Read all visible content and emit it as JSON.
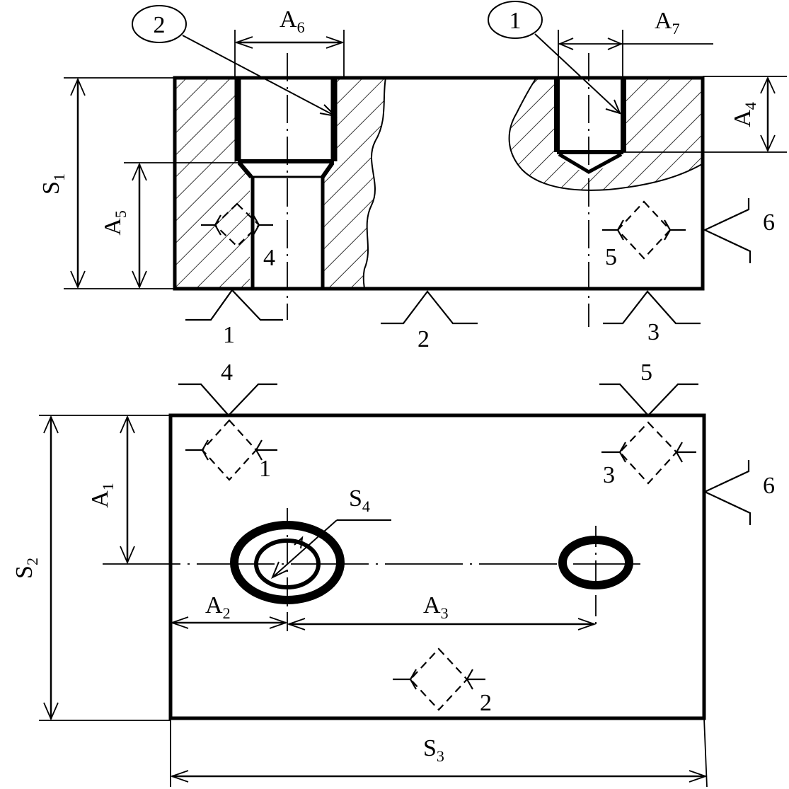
{
  "callouts": {
    "c1": "1",
    "c2": "2"
  },
  "dims": {
    "S1": {
      "main": "S",
      "sub": "1"
    },
    "S2": {
      "main": "S",
      "sub": "2"
    },
    "S3": {
      "main": "S",
      "sub": "3"
    },
    "S4": {
      "main": "S",
      "sub": "4"
    },
    "A1": {
      "main": "A",
      "sub": "1"
    },
    "A2": {
      "main": "A",
      "sub": "2"
    },
    "A3": {
      "main": "A",
      "sub": "3"
    },
    "A4": {
      "main": "A",
      "sub": "4"
    },
    "A5": {
      "main": "A",
      "sub": "5"
    },
    "A6": {
      "main": "A",
      "sub": "6"
    },
    "A7": {
      "main": "A",
      "sub": "7"
    }
  },
  "front_view": {
    "support_labels": [
      "1",
      "2",
      "3"
    ],
    "clamp_labels": [
      "4",
      "5"
    ],
    "side_label": "6"
  },
  "top_view": {
    "top_labels": [
      "4",
      "5"
    ],
    "clamp_labels": [
      "1",
      "3",
      "2"
    ],
    "side_label": "6"
  }
}
